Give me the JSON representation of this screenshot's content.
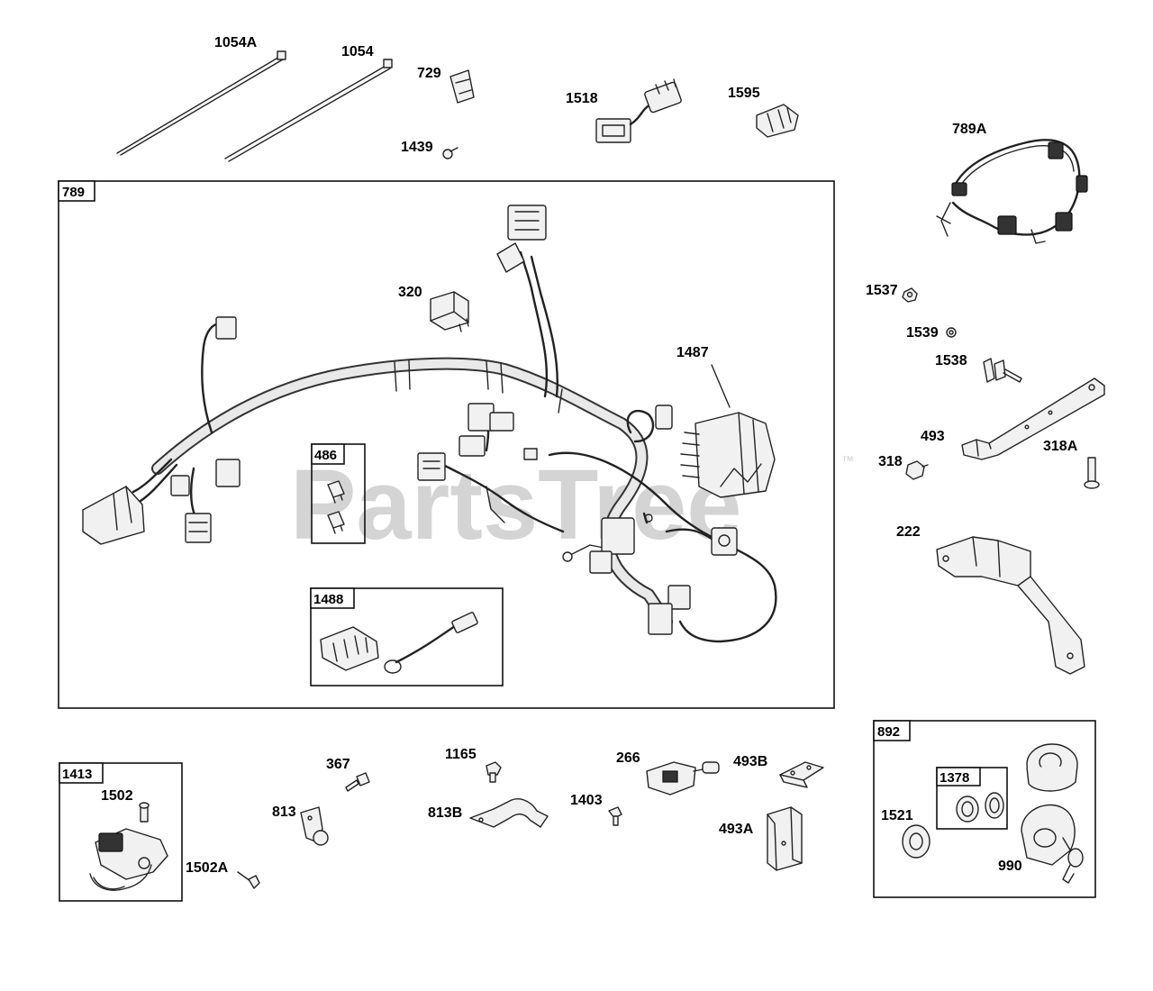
{
  "watermark": {
    "text": "PartsTree",
    "trademark": "™"
  },
  "callouts": {
    "p1054A": "1054A",
    "p1054": "1054",
    "p729": "729",
    "p1439": "1439",
    "p1518": "1518",
    "p1595": "1595",
    "p789A": "789A",
    "p320": "320",
    "p1487": "1487",
    "p1537": "1537",
    "p1539": "1539",
    "p1538": "1538",
    "p493": "493",
    "p318": "318",
    "p318A": "318A",
    "p222": "222",
    "p1502": "1502",
    "p1502A": "1502A",
    "p367": "367",
    "p813": "813",
    "p1165": "1165",
    "p813B": "813B",
    "p1403": "1403",
    "p266": "266",
    "p493B": "493B",
    "p493A": "493A",
    "p1521": "1521",
    "p990": "990"
  },
  "boxes": {
    "b789": "789",
    "b486": "486",
    "b1488": "1488",
    "b1413": "1413",
    "b892": "892",
    "b1378": "1378"
  }
}
